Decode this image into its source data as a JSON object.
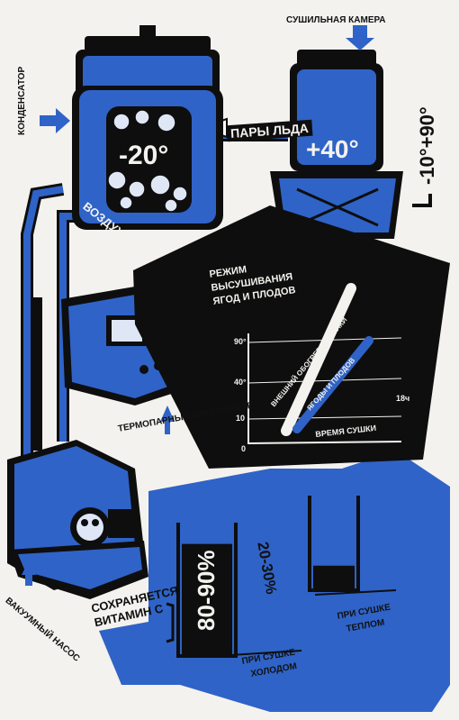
{
  "labels": {
    "drying_chamber": "СУШИЛЬНАЯ КАМЕРА",
    "condenser": "КОНДЕНСАТОР",
    "vapor": "ПАРЫ ЛЬДА",
    "air": "ВОЗДУХ",
    "temp_condenser": "-20°",
    "temp_chamber": "+40°",
    "temp_range": "-10°+90°",
    "thermo_vacuum": "ТЕРМОПАРНЫЙ ВАКУУММЕТР",
    "vacuum_pump": "ВАКУУМНЫЙ НАСОС"
  },
  "graph": {
    "title_line1": "РЕЖИМ",
    "title_line2": "ВЫСУШИВАНИЯ",
    "title_line3": "ЯГОД И ПЛОДОВ",
    "y_ticks": [
      "90°",
      "40°",
      "10"
    ],
    "x_origin": "0",
    "x_end": "18ч",
    "x_label": "ВРЕМЯ СУШКИ",
    "series_upper": "ВНЕШНИЙ ОБОГРЕВ СУШИЛКИ",
    "series_lower": "ЯГОДЫ И ПЛОДОВ"
  },
  "vitamin": {
    "retained": "СОХРАНЯЕТСЯ ВИТАМИН С",
    "cold_percent": "80-90%",
    "heat_percent": "20-30%",
    "cold_caption_1": "ПРИ СУШКЕ",
    "cold_caption_2": "ХОЛОДОМ",
    "heat_caption_1": "ПРИ СУШКЕ",
    "heat_caption_2": "ТЕПЛОМ"
  },
  "colors": {
    "blue": "#2f63c7",
    "black": "#0e0e0e",
    "paper": "#f4f2ee"
  }
}
